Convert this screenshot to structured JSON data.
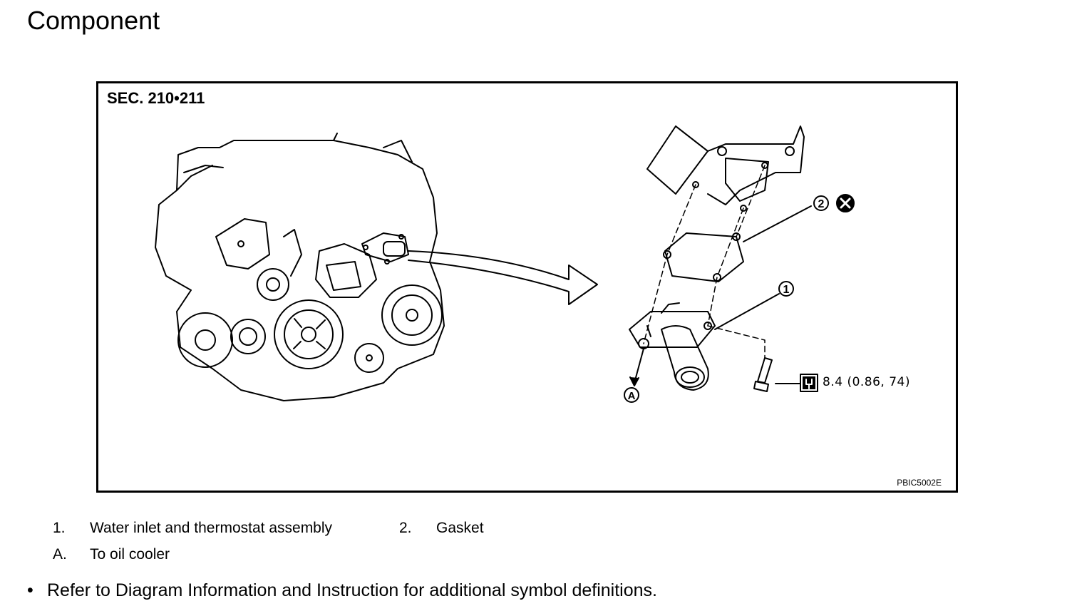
{
  "page_title": "Component",
  "figure": {
    "section": "SEC. 210•211",
    "figure_code": "PBIC5002E",
    "callouts": [
      "1",
      "2",
      "A"
    ],
    "torque_value": "8.4 (0.86, 74)",
    "icons": [
      "do-not-reuse-icon",
      "torque-wrench-icon"
    ]
  },
  "legend": [
    {
      "key": "1.",
      "text": "Water inlet and thermostat assembly"
    },
    {
      "key": "2.",
      "text": "Gasket"
    },
    {
      "key": "A.",
      "text": "To oil cooler"
    }
  ],
  "note": {
    "bullet": "•",
    "text": "Refer to Diagram Information and Instruction for additional symbol definitions."
  }
}
